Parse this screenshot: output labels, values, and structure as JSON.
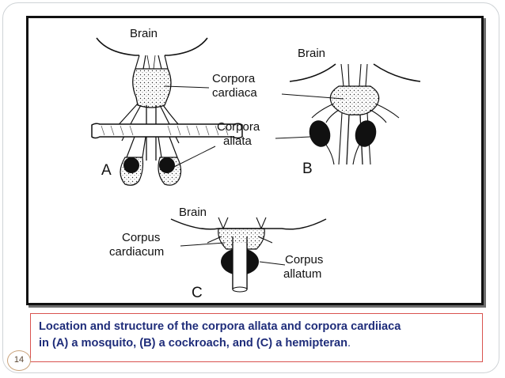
{
  "diagram": {
    "panel_a": {
      "brain": "Brain",
      "letter": "A",
      "corpora_cardiaca": "Corpora cardiaca",
      "corpora_allata": "Corpora allata"
    },
    "panel_b": {
      "brain": "Brain",
      "letter": "B"
    },
    "panel_c": {
      "brain": "Brain",
      "letter": "C",
      "corpus_cardiacum": "Corpus cardiacum",
      "corpus_allatum": "Corpus allatum"
    },
    "labels": {
      "corpora_cardiaca_1": "Corpora",
      "corpora_cardiaca_2": "cardiaca",
      "corpora_allata_1": "Corpora",
      "corpora_allata_2": "allata",
      "corpus_cardiacum_1": "Corpus",
      "corpus_cardiacum_2": "cardiacum",
      "corpus_allatum_1": "Corpus",
      "corpus_allatum_2": "allatum"
    }
  },
  "caption": {
    "line1": "Location and structure of the corpora allata and corpora cardiiaca",
    "line2": "in (A) a mosquito, (B) a cockroach, and (C) a hemipteran",
    "end": "."
  },
  "page_number": "14",
  "colors": {
    "caption_text": "#1f2d7a",
    "caption_border": "#d9534f",
    "frame": "#cfd3d6"
  }
}
